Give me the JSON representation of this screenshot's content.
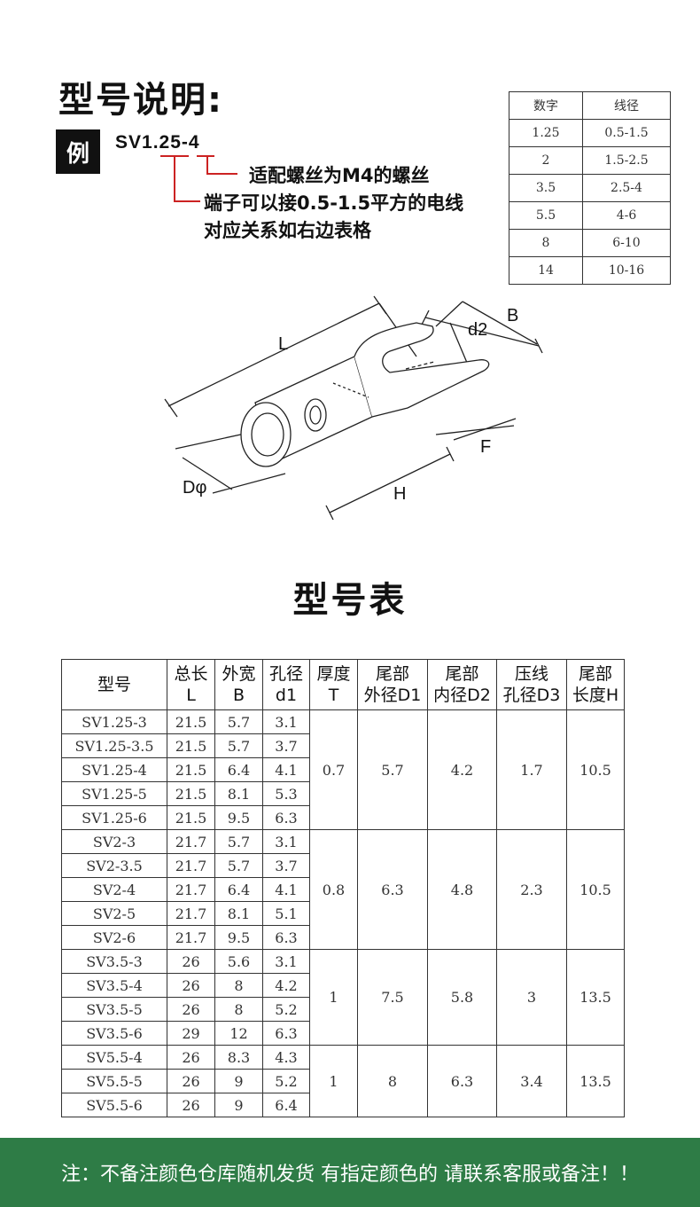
{
  "header": {
    "title": "型号说明:",
    "example_badge": "例",
    "model_code": "SV1.25-4",
    "note_screw": "适配螺丝为M4的螺丝",
    "note_wire": "端子可以接0.5-1.5平方的电线",
    "note_table": "对应关系如右边表格"
  },
  "wire_table": {
    "headers": [
      "数字",
      "线径"
    ],
    "rows": [
      [
        "1.25",
        "0.5-1.5"
      ],
      [
        "2",
        "1.5-2.5"
      ],
      [
        "3.5",
        "2.5-4"
      ],
      [
        "5.5",
        "4-6"
      ],
      [
        "8",
        "6-10"
      ],
      [
        "14",
        "10-16"
      ]
    ]
  },
  "diagram": {
    "label_L": "L",
    "label_B": "B",
    "label_d2": "d2",
    "label_F": "F",
    "label_H": "H",
    "label_D": "Dφ"
  },
  "spec_section": {
    "title": "型号表",
    "headers": [
      [
        "型号",
        ""
      ],
      [
        "总长",
        "L"
      ],
      [
        "外宽",
        "B"
      ],
      [
        "孔径",
        "d1"
      ],
      [
        "厚度",
        "T"
      ],
      [
        "尾部",
        "外径D1"
      ],
      [
        "尾部",
        "内径D2"
      ],
      [
        "压线",
        "孔径D3"
      ],
      [
        "尾部",
        "长度H"
      ]
    ],
    "groups": [
      {
        "rows": [
          [
            "SV1.25-3",
            "21.5",
            "5.7",
            "3.1"
          ],
          [
            "SV1.25-3.5",
            "21.5",
            "5.7",
            "3.7"
          ],
          [
            "SV1.25-4",
            "21.5",
            "6.4",
            "4.1"
          ],
          [
            "SV1.25-5",
            "21.5",
            "8.1",
            "5.3"
          ],
          [
            "SV1.25-6",
            "21.5",
            "9.5",
            "6.3"
          ]
        ],
        "shared": [
          "0.7",
          "5.7",
          "4.2",
          "1.7",
          "10.5"
        ]
      },
      {
        "rows": [
          [
            "SV2-3",
            "21.7",
            "5.7",
            "3.1"
          ],
          [
            "SV2-3.5",
            "21.7",
            "5.7",
            "3.7"
          ],
          [
            "SV2-4",
            "21.7",
            "6.4",
            "4.1"
          ],
          [
            "SV2-5",
            "21.7",
            "8.1",
            "5.1"
          ],
          [
            "SV2-6",
            "21.7",
            "9.5",
            "6.3"
          ]
        ],
        "shared": [
          "0.8",
          "6.3",
          "4.8",
          "2.3",
          "10.5"
        ]
      },
      {
        "rows": [
          [
            "SV3.5-3",
            "26",
            "5.6",
            "3.1"
          ],
          [
            "SV3.5-4",
            "26",
            "8",
            "4.2"
          ],
          [
            "SV3.5-5",
            "26",
            "8",
            "5.2"
          ],
          [
            "SV3.5-6",
            "29",
            "12",
            "6.3"
          ]
        ],
        "shared": [
          "1",
          "7.5",
          "5.8",
          "3",
          "13.5"
        ]
      },
      {
        "rows": [
          [
            "SV5.5-4",
            "26",
            "8.3",
            "4.3"
          ],
          [
            "SV5.5-5",
            "26",
            "9",
            "5.2"
          ],
          [
            "SV5.5-6",
            "26",
            "9",
            "6.4"
          ]
        ],
        "shared": [
          "1",
          "8",
          "6.3",
          "3.4",
          "13.5"
        ]
      }
    ]
  },
  "footer": {
    "text": "注：不备注颜色仓库随机发货 有指定颜色的 请联系客服或备注！！",
    "background_color": "#2e7c46"
  },
  "colors": {
    "annotation_red": "#cc2222"
  }
}
